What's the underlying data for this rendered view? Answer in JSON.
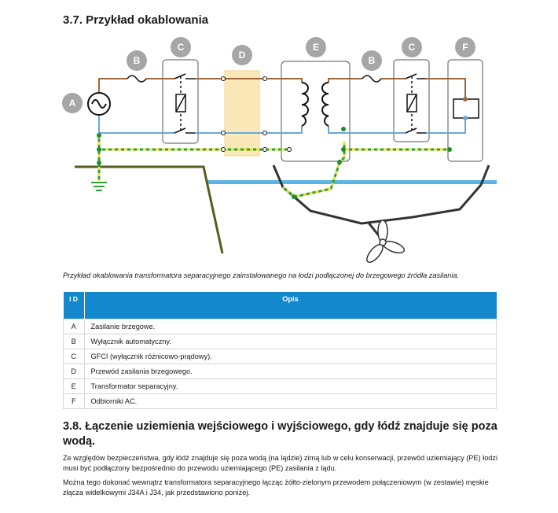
{
  "section_title": "3.7. Przykład okablowania",
  "diagram": {
    "badges": {
      "a": "A",
      "b1": "B",
      "c1": "C",
      "d": "D",
      "e": "E",
      "b2": "B",
      "c2": "C",
      "f": "F"
    }
  },
  "caption": "Przykład okablowania transformatora separacyjnego zainstalowanego na łodzi podłączonej do brzegowego źródła zasilania.",
  "table": {
    "header_id": "I D",
    "header_desc": "Opis",
    "rows": [
      {
        "id": "A",
        "desc": "Zasilanie brzegowe."
      },
      {
        "id": "B",
        "desc": "Wyłącznik automatyczny."
      },
      {
        "id": "C",
        "desc": "GFCI (wyłącznik różnicowo-prądowy)."
      },
      {
        "id": "D",
        "desc": "Przewód zasilania brzegowego."
      },
      {
        "id": "E",
        "desc": "Transformator separacyjny."
      },
      {
        "id": "F",
        "desc": "Odbiorniki AC."
      }
    ]
  },
  "section2_title": "3.8. Łączenie uziemienia wejściowego i wyjściowego, gdy łódź znajduje się poza wodą.",
  "paragraph1": "Ze względów bezpieczeństwa, gdy łódź znajduje się poza wodą (na lądzie) zimą lub w celu konserwacji, przewód uziemiający (PE) łodzi musi być podłączony bezpośrednio do przewodu uziemiającego (PE) zasilania z lądu.",
  "paragraph2": "Można tego dokonać wewnątrz transformatora separacyjnego łącząc żółto-zielonym przewodem połączeniowym (w zestawie) męskie złącza widelkowymi J34A i J34, jak przedstawiono poniżej.",
  "colors": {
    "live_wire": "#a0673a",
    "neutral_wire": "#6aa7d8",
    "earth_wire_a": "#2e9e3a",
    "earth_wire_b": "#e8e23a",
    "badge": "#a6a6a6",
    "shore_line": "#5c5a1c",
    "water": "#5ab4e6",
    "hull": "#333333",
    "cord_box": "#fbe8b8",
    "table_header": "#1488cc"
  }
}
